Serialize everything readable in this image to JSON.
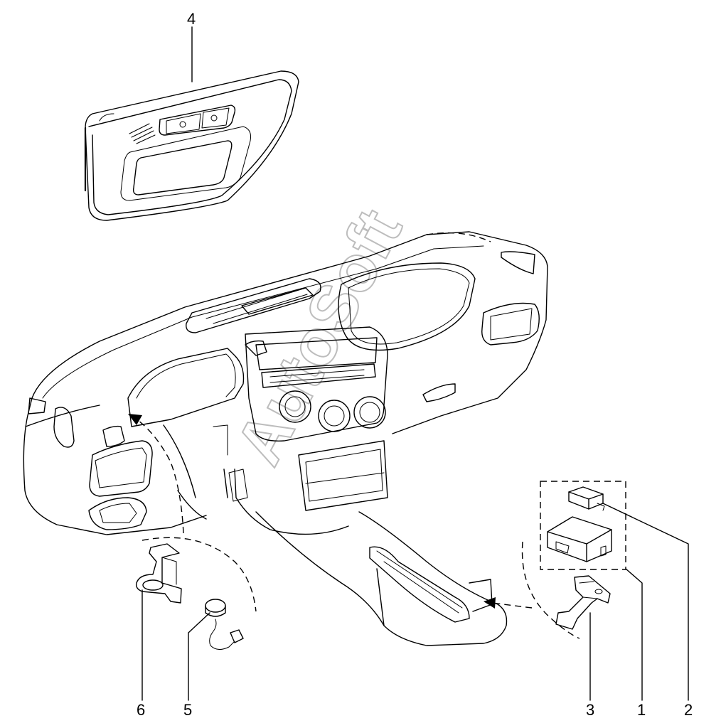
{
  "callouts": {
    "c1": "1",
    "c2": "2",
    "c3": "3",
    "c4": "4",
    "c5": "5",
    "c6": "6"
  },
  "watermark": "AutoSoft"
}
